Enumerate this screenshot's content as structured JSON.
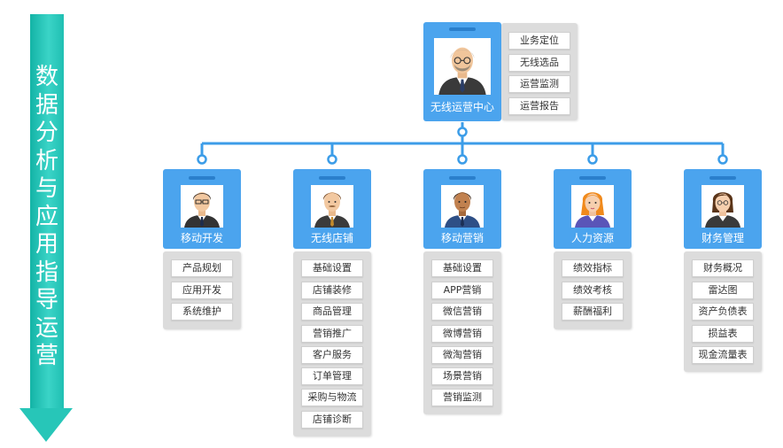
{
  "side_label": [
    "数",
    "据",
    "分",
    "析",
    "与",
    "应",
    "用",
    "指",
    "导",
    "运",
    "营"
  ],
  "root": {
    "title": "无线运营中心",
    "items": [
      "业务定位",
      "无线选品",
      "运营监测",
      "运营报告"
    ]
  },
  "departments": [
    {
      "title": "移动开发",
      "items": [
        "产品规划",
        "应用开发",
        "系统维护"
      ]
    },
    {
      "title": "无线店铺",
      "items": [
        "基础设置",
        "店铺装修",
        "商品管理",
        "营销推广",
        "客户服务",
        "订单管理",
        "采购与物流",
        "店铺诊断"
      ]
    },
    {
      "title": "移动营销",
      "items": [
        "基础设置",
        "APP营销",
        "微信营销",
        "微博营销",
        "微淘营销",
        "场景营销",
        "营销监测"
      ]
    },
    {
      "title": "人力资源",
      "items": [
        "绩效指标",
        "绩效考核",
        "薪酬福利"
      ]
    },
    {
      "title": "财务管理",
      "items": [
        "财务概况",
        "雷达图",
        "资产负债表",
        "损益表",
        "现金流量表"
      ]
    }
  ],
  "colors": {
    "card": "#4ba4ee",
    "connector": "#3c9de8",
    "arrow": "#27c6b8",
    "panel": "#dcdcdc"
  }
}
